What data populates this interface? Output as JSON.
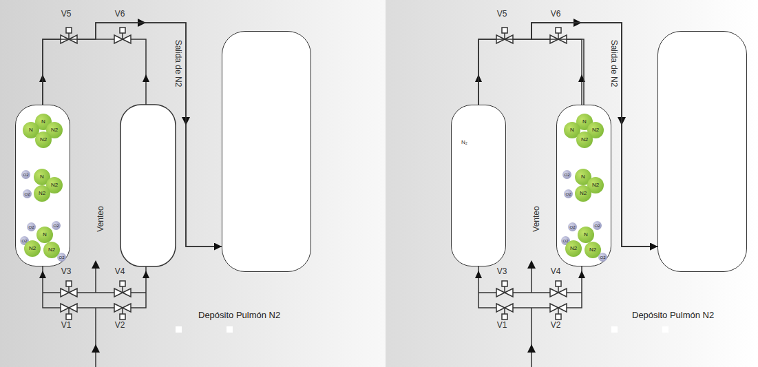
{
  "diagram": {
    "nodes": [
      {
        "text": [
          "N",
          "N",
          "N2",
          "N2",
          "O2",
          "N",
          "N2",
          "O2",
          "N2",
          "O2",
          "O2",
          "N",
          "O2",
          "N2",
          "N2",
          "O2"
        ]
      },
      {
        "text": [
          "Depósito Pulmón N2"
        ]
      },
      {
        "text": [
          "N₂"
        ]
      },
      {
        "text": [
          "N",
          "N",
          "N2",
          "N2",
          "O2",
          "N",
          "N2",
          "O2",
          "N2",
          "O2",
          "O2",
          "N",
          "O2",
          "N2",
          "N2",
          "O2"
        ]
      },
      {
        "text": [
          "Depósito Pulmón N2"
        ]
      }
    ],
    "edges": [
      {
        "from": 0,
        "to": 1,
        "arrow": "to"
      },
      {
        "from": 2,
        "to": 4,
        "arrow": "to"
      },
      {
        "from": 3,
        "to": 4,
        "arrow": "to"
      }
    ],
    "labels": [
      "V5",
      "V6",
      "Salida de N2",
      "Venteo",
      "V3",
      "V4",
      "V1",
      "V2",
      "V5",
      "V6",
      "Salida de N2",
      "Venteo",
      "V3",
      "V4",
      "V1",
      "V2"
    ]
  }
}
